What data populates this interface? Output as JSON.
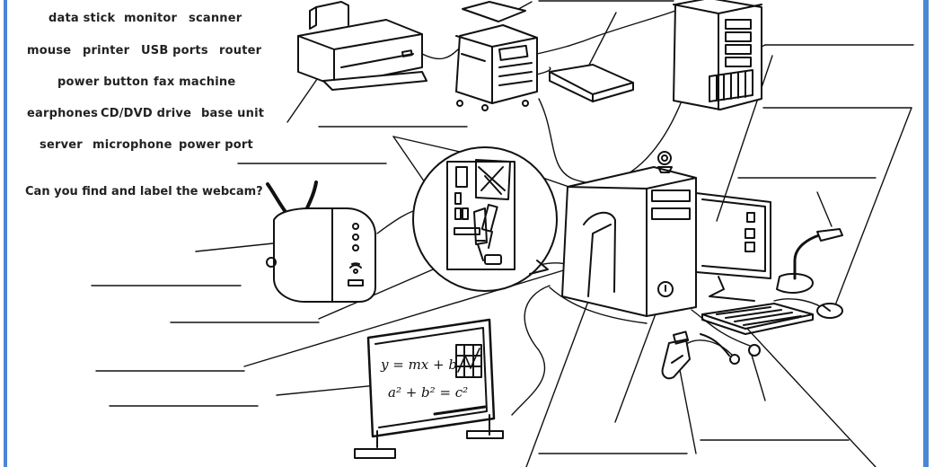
{
  "word_bank": [
    "data stick",
    "monitor",
    "scanner",
    "mouse",
    "printer",
    "USB ports",
    "router",
    "power button",
    "fax machine",
    "earphones",
    "CD/DVD drive",
    "base unit",
    "server",
    "microphone",
    "power port"
  ],
  "question": "Can you find and label the webcam?",
  "whiteboard": {
    "equation_1": "y = mx + b",
    "equation_2": "a² + b² = c²"
  },
  "colors": {
    "frame": "#4a86d6",
    "ink": "#111111"
  }
}
